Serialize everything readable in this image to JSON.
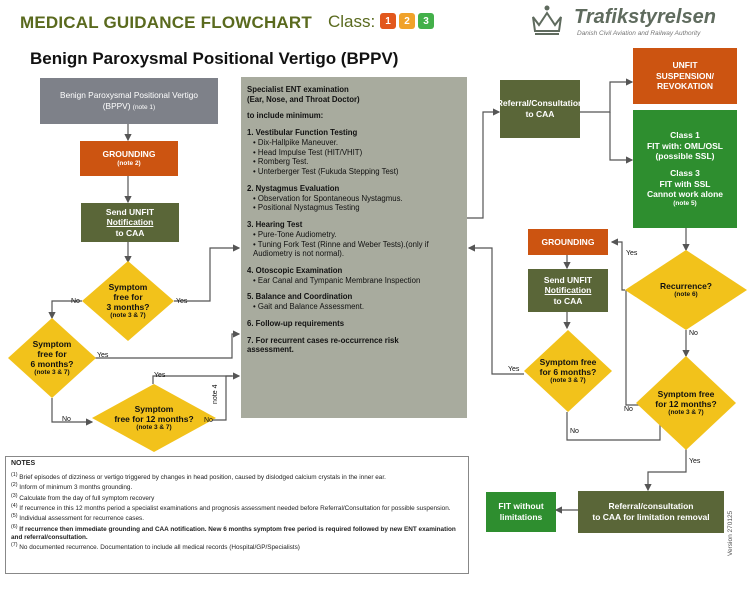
{
  "header": {
    "title": "MEDICAL GUIDANCE FLOWCHART",
    "class_label": "Class:",
    "classes": [
      "1",
      "2",
      "3"
    ],
    "class_colors": [
      "#e2571c",
      "#f0a22a",
      "#43b04a"
    ],
    "logo_name": "Trafikstyrelsen",
    "logo_sub": "Danish Civil Aviation and Railway Authority",
    "logo_icon": "crown-icon"
  },
  "subtitle": "Benign Paroxysmal Positional Vertigo (BPPV)",
  "boxes": {
    "start": {
      "line1": "Benign Paroxysmal Positional Vertigo",
      "line2": "(BPPV)",
      "note": "(note 1)"
    },
    "grounding_left": {
      "title": "GROUNDING",
      "note": "(note 2)"
    },
    "send_unfit_left": {
      "line1": "Send UNFIT",
      "link": "Notification",
      "line2": "to CAA"
    },
    "referral_top": {
      "line1": "Referral/Consultation",
      "line2": "to CAA"
    },
    "unfit": {
      "line1": "UNFIT",
      "line2": "SUSPENSION/",
      "line3": "REVOKATION"
    },
    "fit": {
      "c1": "Class 1",
      "c1_l1": "FIT with: OML/OSL",
      "c1_l2": "(possible SSL)",
      "c3": "Class 3",
      "c3_l1": "FIT with SSL",
      "c3_l2": "Cannot work alone",
      "c3_note": "(note 5)"
    },
    "grounding_right": {
      "title": "GROUNDING"
    },
    "send_unfit_right": {
      "line1": "Send UNFIT",
      "link": "Notification",
      "line2": "to CAA"
    },
    "fit_without": {
      "line1": "FIT without",
      "line2": "limitations"
    },
    "referral_bottom": {
      "line1": "Referral/consultation",
      "line2": "to CAA for limitation removal"
    }
  },
  "ent": {
    "title1": "Specialist ENT examination",
    "title2": "(Ear, Nose, and Throat Doctor)",
    "include": "to include minimum:",
    "sections": [
      {
        "title": "1. Vestibular Function Testing",
        "items": [
          "• Dix-Hallpike Maneuver.",
          "• Head Impulse Test (HIT/VHIT)",
          "• Romberg Test.",
          "• Unterberger Test (Fukuda Stepping Test)"
        ]
      },
      {
        "title": "2. Nystagmus Evaluation",
        "items": [
          "• Observation for Spontaneous Nystagmus.",
          "• Positional Nystagmus Testing"
        ]
      },
      {
        "title": "3. Hearing Test",
        "items": [
          "• Pure-Tone Audiometry.",
          "• Tuning Fork Test (Rinne and Weber Tests).(only if",
          "  Audiometry is not normal)."
        ]
      },
      {
        "title": "4. Otoscopic Examination",
        "items": [
          "• Ear Canal and Tympanic Membrane Inspection"
        ]
      },
      {
        "title": "5. Balance and Coordination",
        "items": [
          "• Gait and Balance Assessment."
        ]
      },
      {
        "title": "6. Follow-up requirements",
        "items": []
      },
      {
        "title": "7. For recurrent cases re-occurrence risk",
        "items": [
          "assessment."
        ]
      }
    ]
  },
  "diamonds": {
    "sf3": {
      "l1": "Symptom",
      "l2": "free for",
      "l3": "3 months?",
      "note": "(note 3 & 7)"
    },
    "sf6_left": {
      "l1": "Symptom",
      "l2": "free for",
      "l3": "6 months?",
      "note": "(note 3 & 7)"
    },
    "sf12_left": {
      "l1": "Symptom",
      "l2": "free for 12 months?",
      "note": "(note 3 & 7)"
    },
    "recurrence": {
      "l1": "Recurrence?",
      "note": "(note 6)"
    },
    "sf6_right": {
      "l1": "Symptom free",
      "l2": "for 6 months?",
      "note": "(note 3 & 7)"
    },
    "sf12_right": {
      "l1": "Symptom free",
      "l2": "for 12 months?",
      "note": "(note 3 & 7)"
    }
  },
  "labels": {
    "yes": "Yes",
    "no": "No",
    "note4": "note 4"
  },
  "notes": {
    "heading": "NOTES",
    "items": [
      {
        "n": "(1)",
        "t": "Brief episodes of dizziness or vertigo triggered by changes in head position, caused by dislodged calcium crystals in the inner ear."
      },
      {
        "n": "(2)",
        "t": "Inform of minimum 3 months grounding."
      },
      {
        "n": "(3)",
        "t": "Calculate from the day of full symptom recovery"
      },
      {
        "n": "(4)",
        "t": "If recurrence in this 12 months period a specialist examinations and prognosis assessment needed before Referral/Consultation for possible suspension."
      },
      {
        "n": "(5)",
        "t": "Individual assessment for recurrence cases."
      },
      {
        "n": "(6)",
        "t": "If recurrence then immediate grounding and CAA notification. New 6 months symptom free period is required followed by new ENT examination and referral/consultation."
      },
      {
        "n": "(7)",
        "t": "No documented recurrence. Documentation to include all medical records (Hospital/GP/Specialists)"
      }
    ]
  },
  "version": "Version 270125"
}
